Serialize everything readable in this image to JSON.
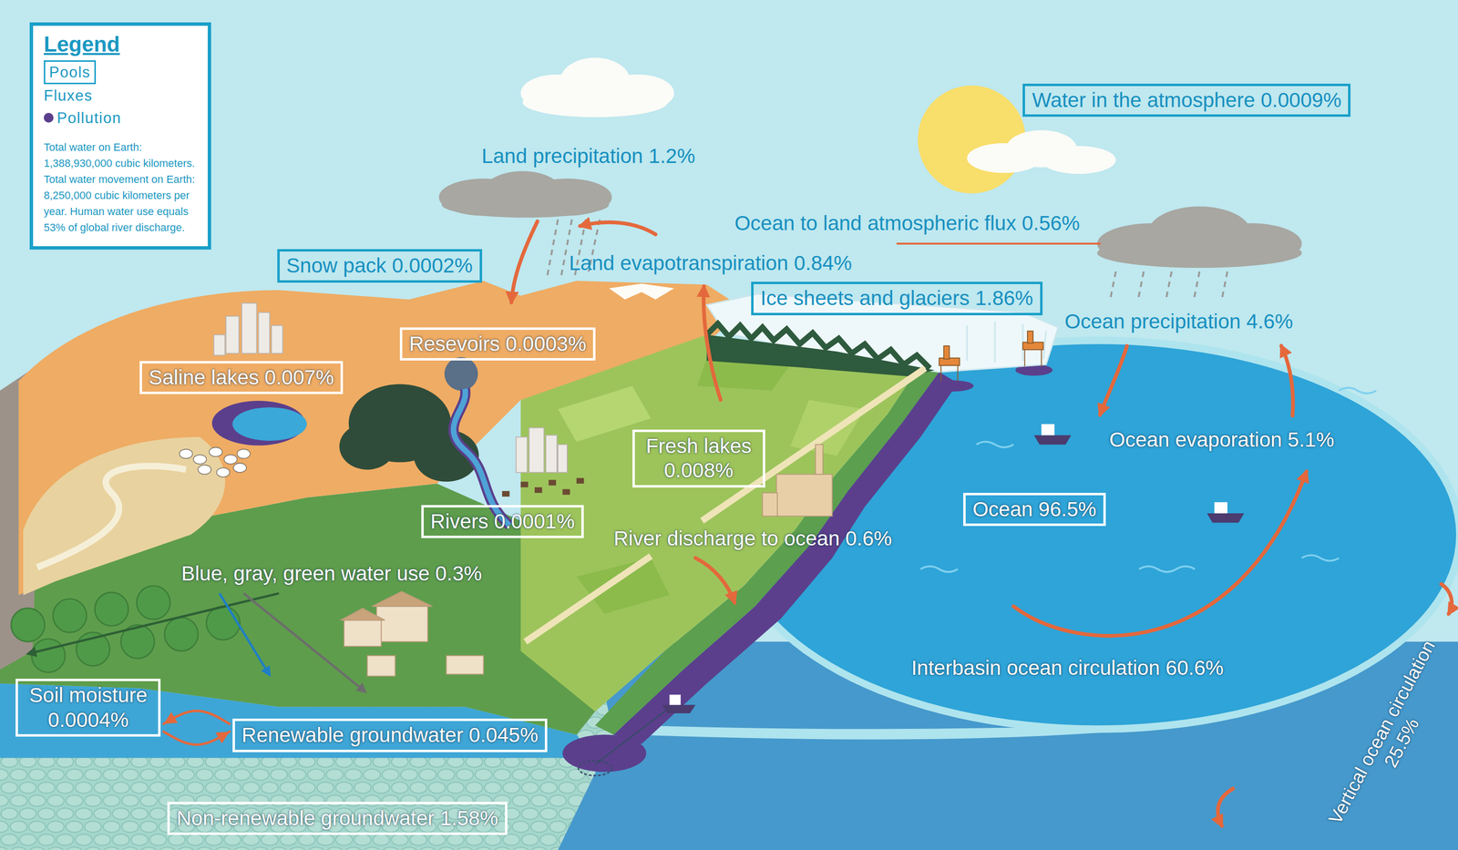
{
  "diagram": {
    "nodes": [
      {
        "text": [
          "Water in the atmosphere 0.0009%"
        ]
      },
      {
        "text": [
          "Snow pack 0.0002%"
        ]
      },
      {
        "text": [
          "Ice sheets and glaciers 1.86%"
        ]
      },
      {
        "text": [
          "Resevoirs 0.0003%"
        ]
      },
      {
        "text": [
          "Saline lakes 0.007%"
        ]
      },
      {
        "text": [
          "Fresh lakes 0.008%"
        ]
      },
      {
        "text": [
          "Rivers 0.0001%"
        ]
      },
      {
        "text": [
          "Ocean 96.5%"
        ]
      },
      {
        "text": [
          "Soil moisture 0.0004%"
        ]
      },
      {
        "text": [
          "Renewable groundwater 0.045%"
        ]
      },
      {
        "text": [
          "Non-renewable groundwater 1.58%"
        ]
      }
    ],
    "edges": [
      {
        "from": 9,
        "to": 8,
        "arrow": "to"
      },
      {
        "from": 8,
        "to": 9,
        "arrow": "to"
      }
    ],
    "labels": [
      "Legend",
      "Total water on Earth: 1,388,930,000 cubic kilometers. Total water movement on Earth: 8,250,000 cubic kilometers per year. Human water use equals 53% of global river discharge.",
      "Land precipitation 1.2%",
      "Ocean to land atmospheric flux 0.56%",
      "Land evapotranspiration 0.84%",
      "Ocean precipitation 4.6%",
      "Ocean evaporation 5.1%",
      "River discharge to ocean 0.6%",
      "Blue, gray, green water use 0.3%",
      "Interbasin ocean circulation 60.6%",
      "Vertical ocean circulation 25.5%"
    ],
    "legend": [
      {
        "text": "Pools"
      },
      {
        "text": "Fluxes"
      },
      {
        "text": "Pollution",
        "color": "#5b3f8c"
      }
    ]
  }
}
